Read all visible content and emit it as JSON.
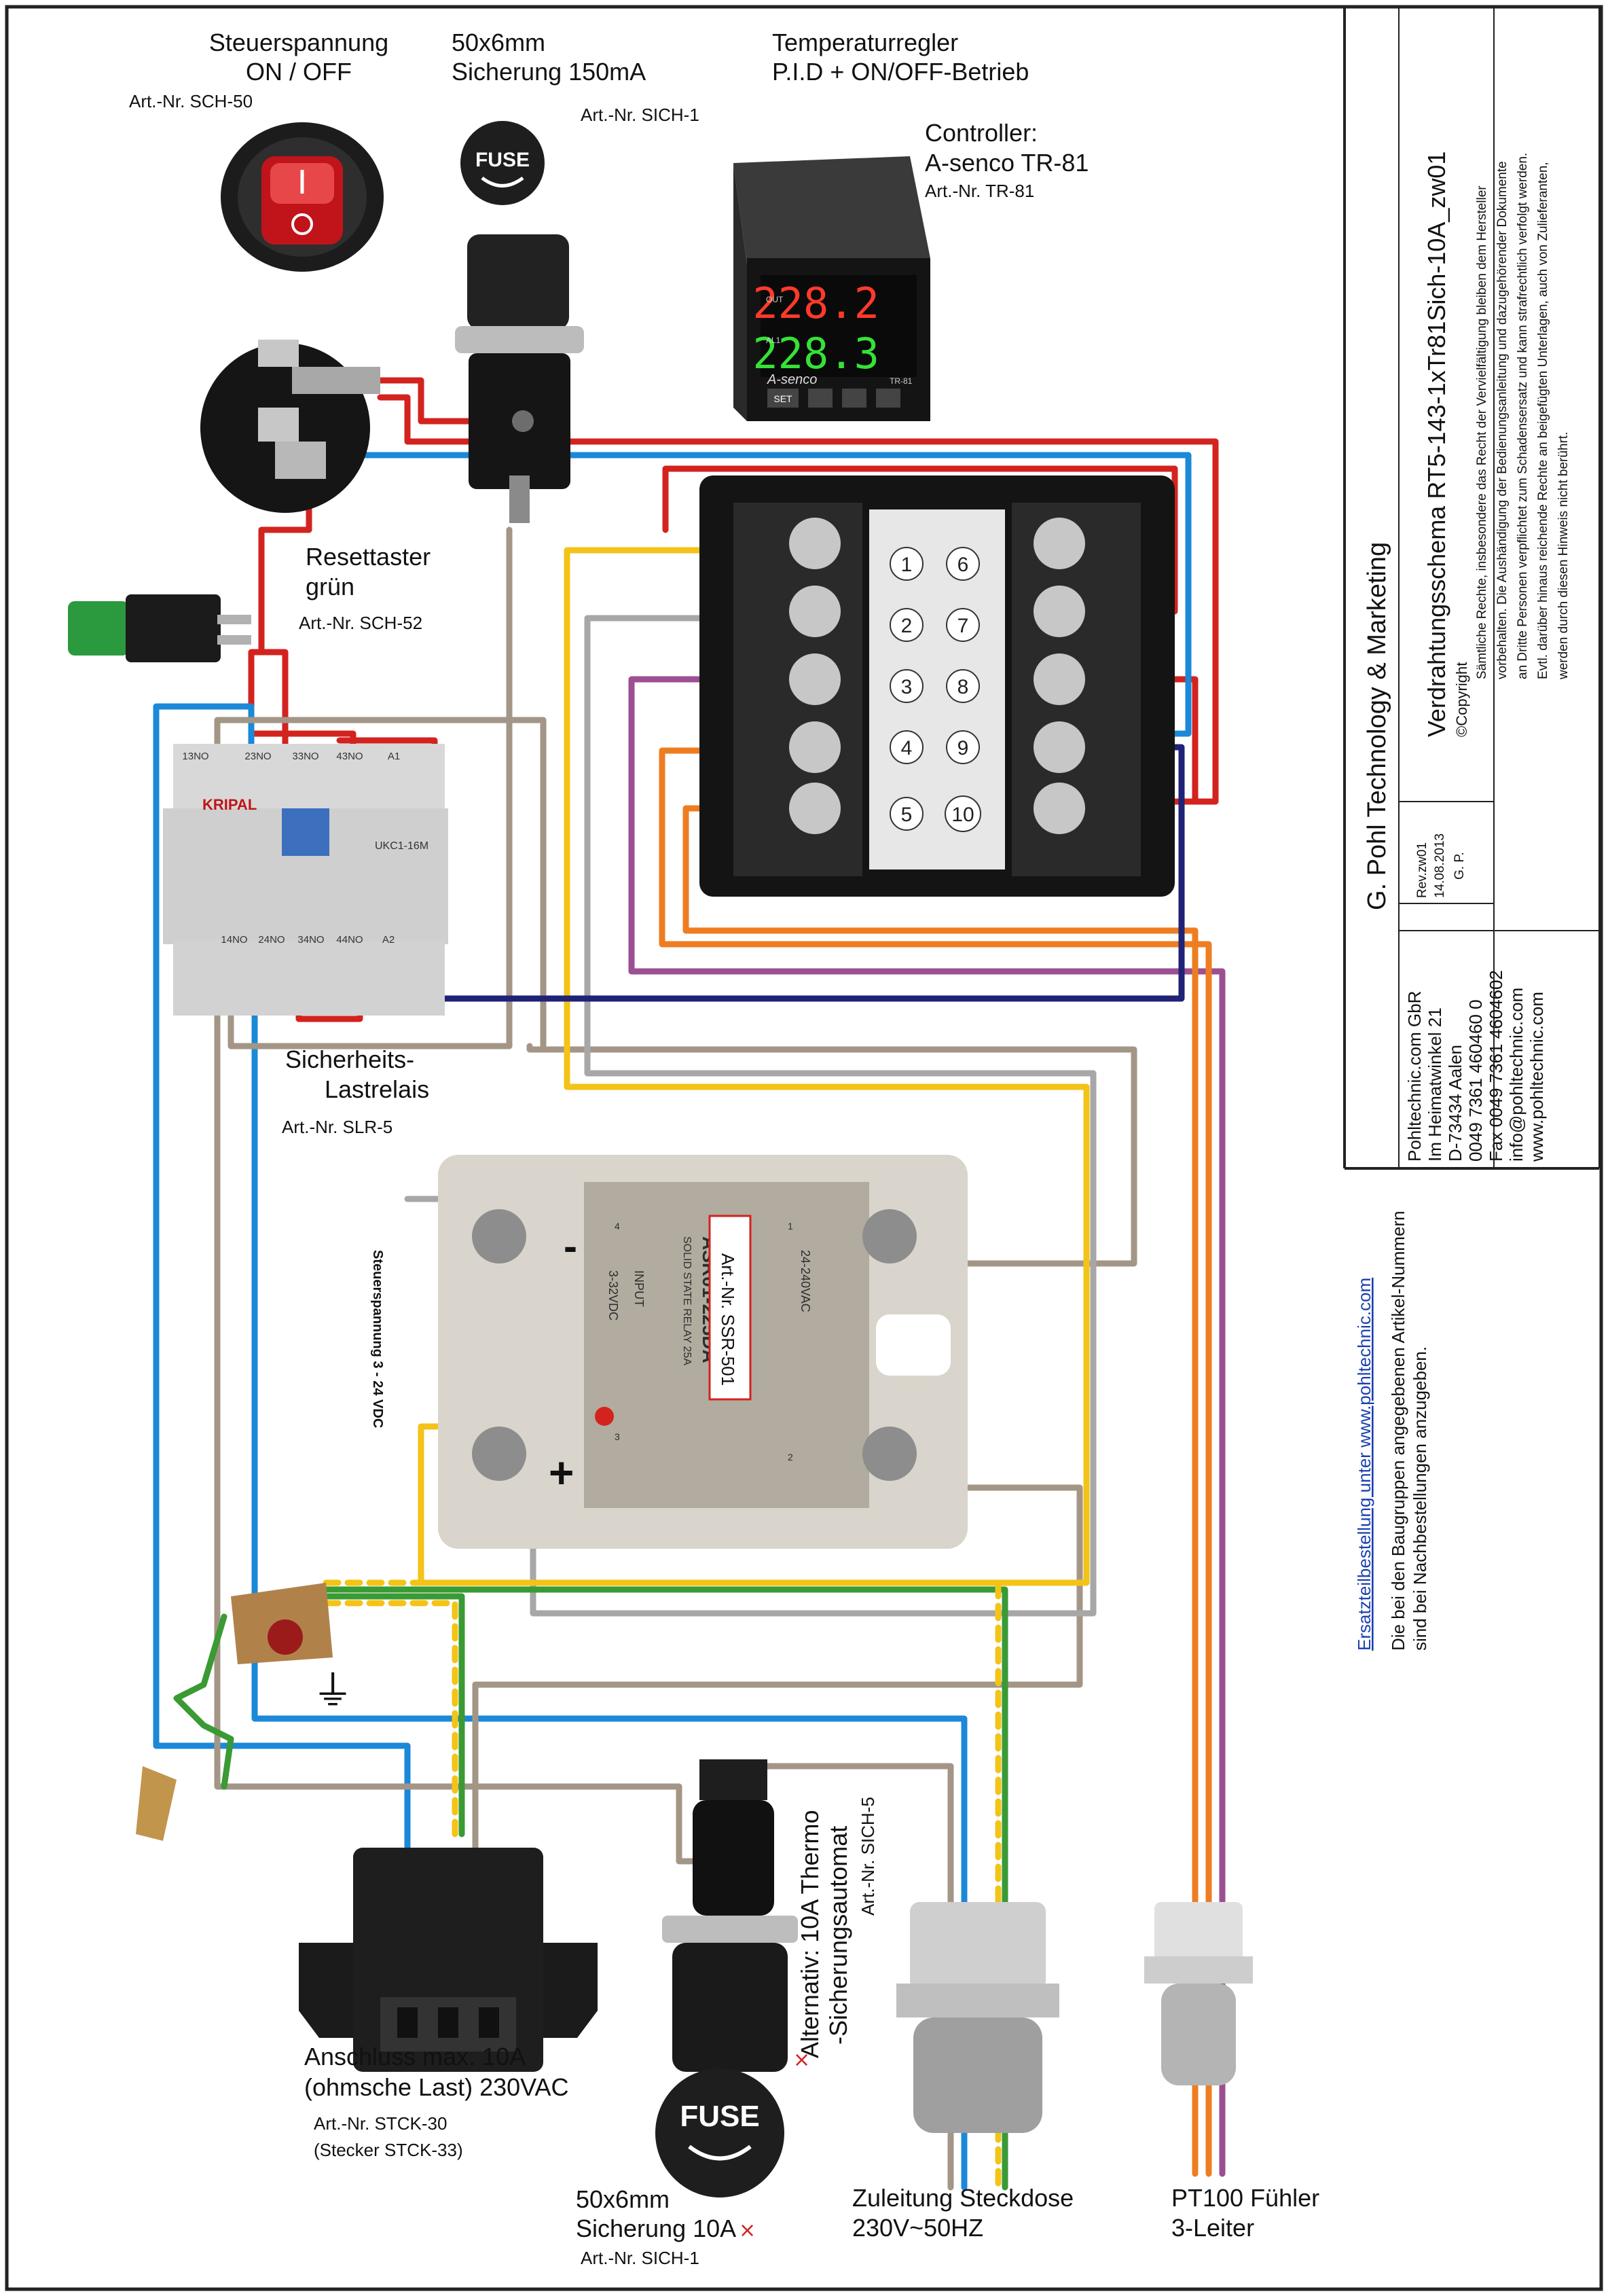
{
  "labels": {
    "switch_title_1": "Steuerspannung",
    "switch_title_2": "ON / OFF",
    "switch_art": "Art.-Nr. SCH-50",
    "fuse_title_1": "50x6mm",
    "fuse_title_2": "Sicherung 150mA",
    "fuse_art": "Art.-Nr. SICH-1",
    "fuse_cap": "FUSE",
    "temp_title_1": "Temperaturregler",
    "temp_title_2": "P.I.D + ON/OFF-Betrieb",
    "ctrl_title_1": "Controller:",
    "ctrl_title_2": "A-senco TR-81",
    "ctrl_art": "Art.-Nr. TR-81",
    "pv_value": "228.2",
    "sv_value": "228.3",
    "ctrl_brand": "A-senco",
    "ctrl_model": "TR-81",
    "ctrl_set": "SET",
    "ctrl_out": "OUT",
    "ctrl_al": "AL1",
    "reset_title_1": "Resettaster",
    "reset_title_2": "grün",
    "reset_art": "Art.-Nr.  SCH-52",
    "relay_brand": "KRIPAL",
    "relay_model": "UKC1-16M",
    "relay_top": [
      "13NO",
      "23NO",
      "33NO",
      "43NO",
      "A1"
    ],
    "relay_bottom": [
      "14NO",
      "24NO",
      "34NO",
      "44NO",
      "A2"
    ],
    "relay_title_1": "Sicherheits-",
    "relay_title_2": "Lastrelais",
    "relay_art": "Art.-Nr.  SLR-5",
    "terminals_left": [
      "1",
      "2",
      "3",
      "4",
      "5"
    ],
    "terminals_right": [
      "6",
      "7",
      "8",
      "9",
      "10"
    ],
    "ssr_voltage_side": "Steuerspannung 3 - 24 VDC",
    "ssr_minus": "-",
    "ssr_plus": "+",
    "ssr_art": "Art.-Nr. SSR-501",
    "ssr_model": "ASR01-225DA",
    "ssr_desc": "SOLID STATE RELAY  25A",
    "ssr_input": "INPUT",
    "ssr_dc": "3-32VDC",
    "ssr_ac": "24-240VAC",
    "ssr_t1": "1",
    "ssr_t2": "2",
    "ssr_t3": "3",
    "ssr_t4": "4",
    "ground_symbol": "⏚",
    "inlet_1": "Anschluss max. 10A",
    "inlet_2": "(ohmsche Last) 230VAC",
    "inlet_art": "Art.-Nr. STCK-30",
    "inlet_plug": "(Stecker STCK-33)",
    "alt_1": "Alternativ: 10A Thermo",
    "alt_2": "-Sicherungsautomat",
    "alt_art": "Art.-Nr. SICH-5",
    "fuse10_1": "50x6mm",
    "fuse10_2": "Sicherung 10A",
    "fuse10_art": "Art.-Nr.  SICH-1",
    "supply_1": "Zuleitung Steckdose",
    "supply_2": "230V~50HZ",
    "pt100_1": "PT100 Fühler",
    "pt100_2": "3-Leiter",
    "cross": "×",
    "order_link": "Ersatzteilbestellung unter www.pohltechnic.com",
    "order_note_1": "Die bei den Baugruppen angegebenen Artikel-Nummern",
    "order_note_2": "sind bei Nachbestellungen anzugeben."
  },
  "title_block": {
    "company": "G. Pohl Technology & Marketing",
    "schema": "Verdrahtungsschema  RT5-143-1xTr81Sich-10A_zw01",
    "copyright_head": "Copyright",
    "copyright_lines": [
      "Sämtliche Rechte, insbesondere das Recht  der Vervielfältigung bleiben dem Hersteller",
      "vorbehalten. Die Aushändigung der Bedienungsanleitung und dazugehörender Dokumente",
      "an Dritte Personen verpflichtet zum Schadensersatz und kann strafrechtlich verfolgt werden.",
      "Evtl. darüber hinaus reichende Rechte an beigefügten Unterlagen, auch von Zulieferanten,",
      "werden durch diesen Hinweis nicht berührt."
    ],
    "rev": "Rev.zw01",
    "date": "14.08.2013",
    "author": "G. P.",
    "address": [
      "Pohltechnic.com GbR",
      "Im Heimatwinkel 21",
      "D-73434 Aalen",
      "0049 7361 460460 0",
      "Fax 0049 7361 4604602",
      "info@pohltechnic.com",
      "www.pohltechnic.com"
    ]
  },
  "colors": {
    "red": "#d3231f",
    "blue": "#1b88d8",
    "brown": "#a39686",
    "yellow": "#f3c318",
    "gray": "#a7a7a7",
    "purple": "#9c4f92",
    "orange": "#ee7d22",
    "navy": "#1f2276",
    "green": "#3a9a34"
  }
}
